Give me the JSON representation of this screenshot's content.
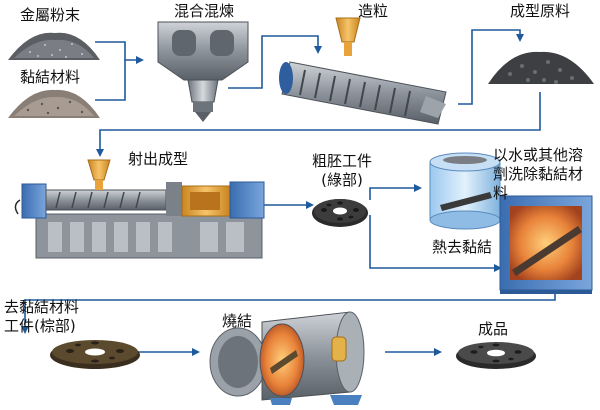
{
  "labels": {
    "metal_powder": "金屬粉末",
    "binder": "黏結材料",
    "mixing": "混合混煉",
    "granulation": "造粒",
    "feedstock": "成型原料",
    "injection_molding": "射出成型",
    "green_part_line1": "粗胚工件",
    "green_part_line2": "(綠部)",
    "solvent_line1": "以水或其他溶",
    "solvent_line2": "劑洗除黏結材",
    "solvent_line3": "料",
    "thermal_debind": "熱去黏結",
    "brown_part_line1": "去黏結材料",
    "brown_part_line2": "工件(棕部)",
    "sintering": "燒結",
    "product": "成品"
  },
  "colors": {
    "arrow": "#1e5a9c",
    "hopper": "#e8a33c",
    "machine_blue": "#4a7fc0",
    "machine_yellow": "#e3b34a",
    "part_dark": "#2a2a2a",
    "furnace_orange": "#e8833a"
  },
  "icons": [
    "powder-pile-icon",
    "mixer-icon",
    "extruder-icon",
    "injection-machine-icon",
    "solvent-tank-icon",
    "debind-oven-icon",
    "sintering-furnace-icon",
    "gear-part-icon"
  ]
}
